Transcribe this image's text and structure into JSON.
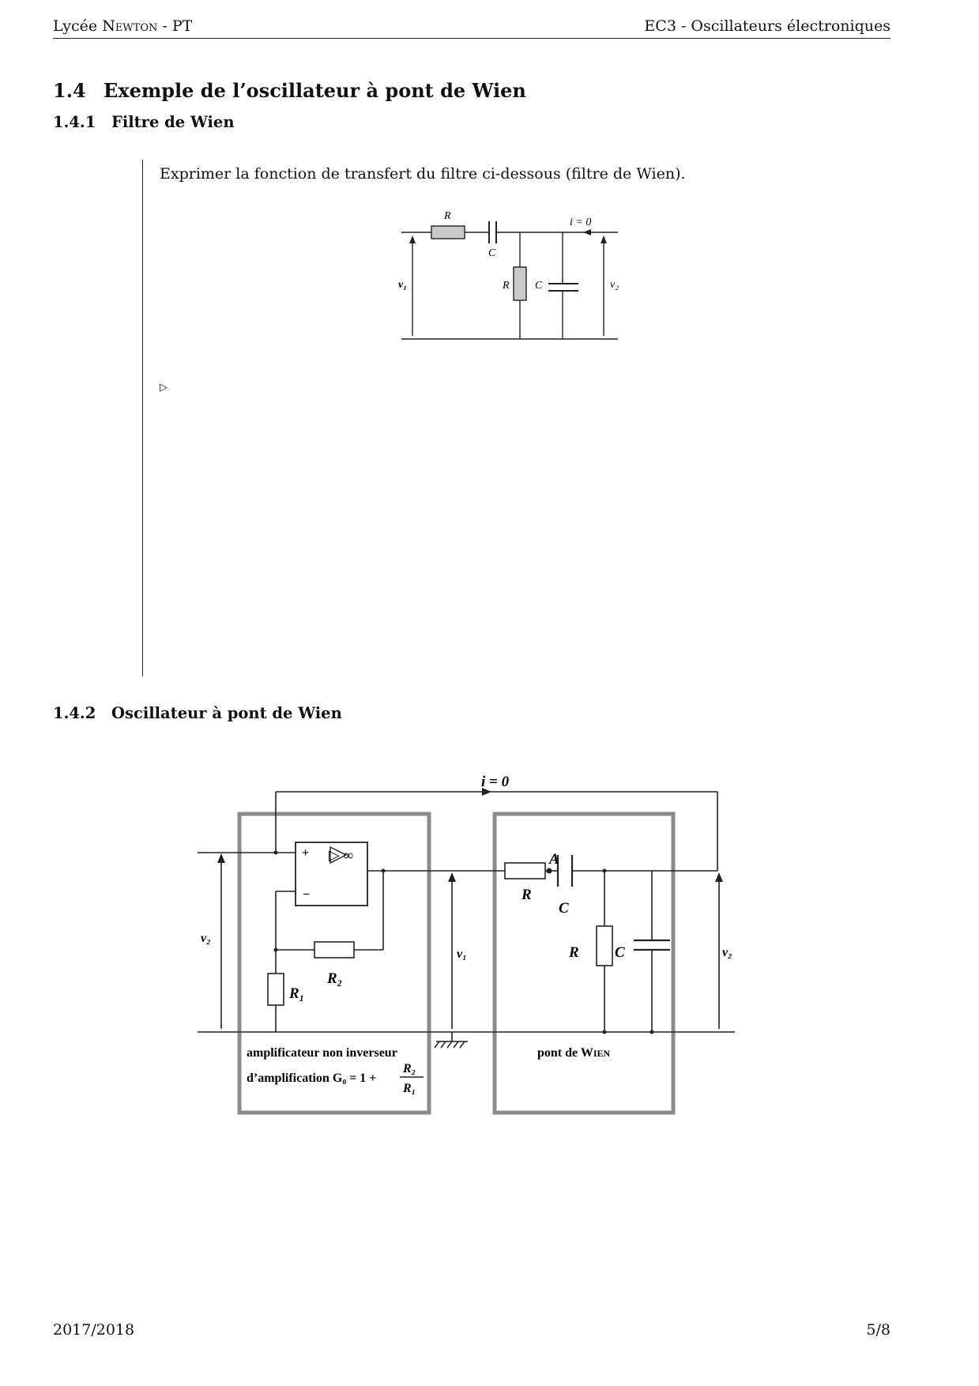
{
  "header": {
    "left_prefix": "Lycée ",
    "left_sc": "Newton",
    "left_suffix": " - PT",
    "right": "EC3 - Oscillateurs électroniques"
  },
  "section": {
    "number": "1.4",
    "title": "Exemple de l’oscillateur à pont de Wien"
  },
  "sub1": {
    "number": "1.4.1",
    "title": "Filtre de Wien"
  },
  "exercise": {
    "question": "Exprimer la fonction de transfert du filtre ci-dessous (filtre de Wien).",
    "answer_marker": "▷"
  },
  "fig1": {
    "R_series": "R",
    "C_series": "C",
    "current": "i = 0",
    "v_in": "v₁",
    "R_shunt": "R",
    "C_shunt": "C",
    "v_out": "v₂"
  },
  "sub2": {
    "number": "1.4.2",
    "title": "Oscillateur à pont de Wien"
  },
  "fig2": {
    "current": "i = 0",
    "plus": "+",
    "minus": "−",
    "opamp_symbol": "▷ ∞",
    "v2_left": "v₂",
    "R2": "R₂",
    "R1": "R₁",
    "v1": "v₁",
    "R_series": "R",
    "node_A": "A",
    "C_series": "C",
    "R_shunt": "R",
    "C_shunt": "C",
    "v2_right": "v₂",
    "amp_line1": "amplificateur non inverseur",
    "amp_line2_prefix": "d’amplification G₀ = 1 +",
    "frac_num": "R₂",
    "frac_den": "R₁",
    "bridge_label_prefix": "pont de W",
    "bridge_label_sc": "ien"
  },
  "footer": {
    "left": "2017/2018",
    "right": "5/8"
  }
}
